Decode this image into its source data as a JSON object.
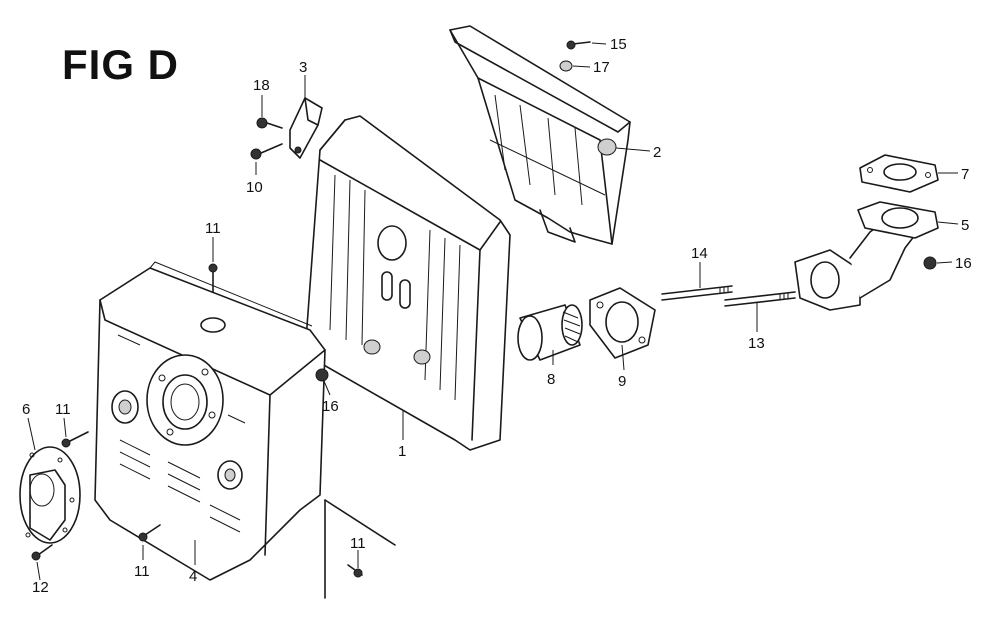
{
  "figure": {
    "title": "FIG D"
  },
  "callouts": {
    "c1": "1",
    "c2": "2",
    "c3": "3",
    "c4": "4",
    "c5": "5",
    "c6": "6",
    "c7": "7",
    "c8": "8",
    "c9": "9",
    "c10": "10",
    "c11a": "11",
    "c11b": "11",
    "c11c": "11",
    "c11d": "11",
    "c12": "12",
    "c13": "13",
    "c14": "14",
    "c15": "15",
    "c16a": "16",
    "c16b": "16",
    "c17": "17",
    "c18": "18"
  }
}
